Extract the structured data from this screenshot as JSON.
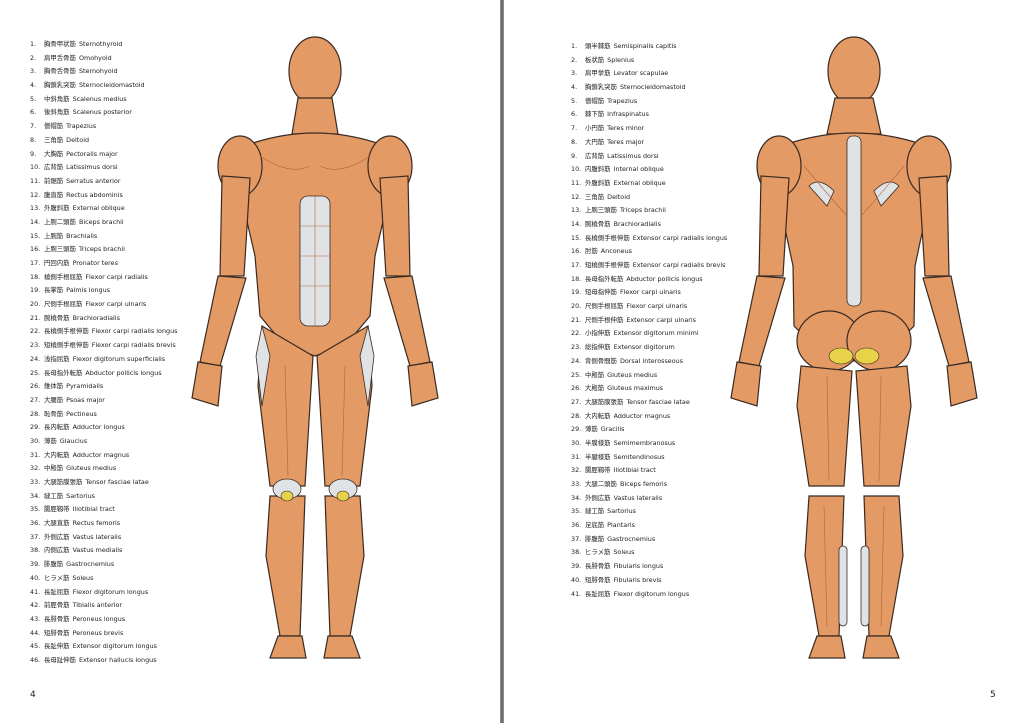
{
  "left_page": {
    "page_number": "4",
    "legend": [
      {
        "n": "1.",
        "ja": "胸骨甲状筋",
        "en": "Sternothyroid"
      },
      {
        "n": "2.",
        "ja": "肩甲舌骨筋",
        "en": "Omohyoid"
      },
      {
        "n": "3.",
        "ja": "胸骨舌骨筋",
        "en": "Sternohyoid"
      },
      {
        "n": "4.",
        "ja": "胸鎖乳突筋",
        "en": "Sternocleidomastoid"
      },
      {
        "n": "5.",
        "ja": "中斜角筋",
        "en": "Scalenus medius"
      },
      {
        "n": "6.",
        "ja": "後斜角筋",
        "en": "Scalenus posterior"
      },
      {
        "n": "7.",
        "ja": "僧帽筋",
        "en": "Trapezius"
      },
      {
        "n": "8.",
        "ja": "三角筋",
        "en": "Deltoid"
      },
      {
        "n": "9.",
        "ja": "大胸筋",
        "en": "Pectoralis major"
      },
      {
        "n": "10.",
        "ja": "広背筋",
        "en": "Latissimus dorsi"
      },
      {
        "n": "11.",
        "ja": "前鋸筋",
        "en": "Serratus anterior"
      },
      {
        "n": "12.",
        "ja": "腹直筋",
        "en": "Rectus abdominis"
      },
      {
        "n": "13.",
        "ja": "外腹斜筋",
        "en": "External oblique"
      },
      {
        "n": "14.",
        "ja": "上腕二頭筋",
        "en": "Biceps brachii"
      },
      {
        "n": "15.",
        "ja": "上腕筋",
        "en": "Brachialis"
      },
      {
        "n": "16.",
        "ja": "上腕三頭筋",
        "en": "Triceps brachii"
      },
      {
        "n": "17.",
        "ja": "円回内筋",
        "en": "Pronator teres"
      },
      {
        "n": "18.",
        "ja": "橈側手根屈筋",
        "en": "Flexor carpi radialis"
      },
      {
        "n": "19.",
        "ja": "長掌筋",
        "en": "Palmis longus"
      },
      {
        "n": "20.",
        "ja": "尺側手根屈筋",
        "en": "Flexor carpi ulnaris"
      },
      {
        "n": "21.",
        "ja": "腕橈骨筋",
        "en": "Brachioradialis"
      },
      {
        "n": "22.",
        "ja": "長橈側手根伸筋",
        "en": "Flexor carpi radialis longus"
      },
      {
        "n": "23.",
        "ja": "短橈側手根伸筋",
        "en": "Flexor carpi radialis brevis"
      },
      {
        "n": "24.",
        "ja": "浅指屈筋",
        "en": "Flexor digitorum superficialis"
      },
      {
        "n": "25.",
        "ja": "長母指外転筋",
        "en": "Abductor pollicis longus"
      },
      {
        "n": "26.",
        "ja": "錐体筋",
        "en": "Pyramidalis"
      },
      {
        "n": "27.",
        "ja": "大腰筋",
        "en": "Psoas major"
      },
      {
        "n": "28.",
        "ja": "恥骨筋",
        "en": "Pectineus"
      },
      {
        "n": "29.",
        "ja": "長内転筋",
        "en": "Adductor longus"
      },
      {
        "n": "30.",
        "ja": "薄筋",
        "en": "Glaucius"
      },
      {
        "n": "31.",
        "ja": "大内転筋",
        "en": "Adductor magnus"
      },
      {
        "n": "32.",
        "ja": "中殿筋",
        "en": "Gluteus medius"
      },
      {
        "n": "33.",
        "ja": "大腿筋膜張筋",
        "en": "Tensor fasciae latae"
      },
      {
        "n": "34.",
        "ja": "縫工筋",
        "en": "Sartorius"
      },
      {
        "n": "35.",
        "ja": "腸脛靱帯",
        "en": "Iliotibial tract"
      },
      {
        "n": "36.",
        "ja": "大腿直筋",
        "en": "Rectus femoris"
      },
      {
        "n": "37.",
        "ja": "外側広筋",
        "en": "Vastus lateralis"
      },
      {
        "n": "38.",
        "ja": "内側広筋",
        "en": "Vastus medialis"
      },
      {
        "n": "39.",
        "ja": "腓腹筋",
        "en": "Gastrocnemius"
      },
      {
        "n": "40.",
        "ja": "ヒラメ筋",
        "en": "Soleus"
      },
      {
        "n": "41.",
        "ja": "長趾屈筋",
        "en": "Flexor digitorum longus"
      },
      {
        "n": "42.",
        "ja": "前脛骨筋",
        "en": "Tibialis anterior"
      },
      {
        "n": "43.",
        "ja": "長腓骨筋",
        "en": "Peroneus longus"
      },
      {
        "n": "44.",
        "ja": "短腓骨筋",
        "en": "Peroneus brevis"
      },
      {
        "n": "45.",
        "ja": "長趾伸筋",
        "en": "Extensor digitorum longus"
      },
      {
        "n": "46.",
        "ja": "長母趾伸筋",
        "en": "Extensor hallucis longus"
      }
    ]
  },
  "right_page": {
    "page_number": "5",
    "legend": [
      {
        "n": "1.",
        "ja": "頭半棘筋",
        "en": "Semispinalis capitis"
      },
      {
        "n": "2.",
        "ja": "板状筋",
        "en": "Splenius"
      },
      {
        "n": "3.",
        "ja": "肩甲挙筋",
        "en": "Levator scapulae"
      },
      {
        "n": "4.",
        "ja": "胸鎖乳突筋",
        "en": "Sternocleidomastoid"
      },
      {
        "n": "5.",
        "ja": "僧帽筋",
        "en": "Trapezius"
      },
      {
        "n": "6.",
        "ja": "棘下筋",
        "en": "Infraspinatus"
      },
      {
        "n": "7.",
        "ja": "小円筋",
        "en": "Teres minor"
      },
      {
        "n": "8.",
        "ja": "大円筋",
        "en": "Teres major"
      },
      {
        "n": "9.",
        "ja": "広背筋",
        "en": "Latissimus dorsi"
      },
      {
        "n": "10.",
        "ja": "内腹斜筋",
        "en": "Internal oblique"
      },
      {
        "n": "11.",
        "ja": "外腹斜筋",
        "en": "External oblique"
      },
      {
        "n": "12.",
        "ja": "三角筋",
        "en": "Deltoid"
      },
      {
        "n": "13.",
        "ja": "上腕三頭筋",
        "en": "Triceps brachii"
      },
      {
        "n": "14.",
        "ja": "腕橈骨筋",
        "en": "Brachioradialis"
      },
      {
        "n": "15.",
        "ja": "長橈側手根伸筋",
        "en": "Extensor carpi radialis longus"
      },
      {
        "n": "16.",
        "ja": "肘筋",
        "en": "Anconeus"
      },
      {
        "n": "17.",
        "ja": "短橈側手根伸筋",
        "en": "Extensor carpi radialis brevis"
      },
      {
        "n": "18.",
        "ja": "長母指外転筋",
        "en": "Abductor pollicis longus"
      },
      {
        "n": "19.",
        "ja": "短母指伸筋",
        "en": "Flexor carpi ulnaris"
      },
      {
        "n": "20.",
        "ja": "尺側手根屈筋",
        "en": "Flexor carpi ulnaris"
      },
      {
        "n": "21.",
        "ja": "尺側手根伸筋",
        "en": "Extensor carpi ulnaris"
      },
      {
        "n": "22.",
        "ja": "小指伸筋",
        "en": "Extensor digitorum minimi"
      },
      {
        "n": "23.",
        "ja": "総指伸筋",
        "en": "Extensor digitorum"
      },
      {
        "n": "24.",
        "ja": "背側骨間筋",
        "en": "Dorsal interosseous"
      },
      {
        "n": "25.",
        "ja": "中殿筋",
        "en": "Gluteus medius"
      },
      {
        "n": "26.",
        "ja": "大殿筋",
        "en": "Gluteus maximus"
      },
      {
        "n": "27.",
        "ja": "大腿筋膜張筋",
        "en": "Tensor fasciae latae"
      },
      {
        "n": "28.",
        "ja": "大内転筋",
        "en": "Adductor magnus"
      },
      {
        "n": "29.",
        "ja": "薄筋",
        "en": "Gracilis"
      },
      {
        "n": "30.",
        "ja": "半膜様筋",
        "en": "Semimembranosus"
      },
      {
        "n": "31.",
        "ja": "半腱様筋",
        "en": "Semitendinosus"
      },
      {
        "n": "32.",
        "ja": "腸脛靱帯",
        "en": "Iliotibial tract"
      },
      {
        "n": "33.",
        "ja": "大腿二頭筋",
        "en": "Biceps femoris"
      },
      {
        "n": "34.",
        "ja": "外側広筋",
        "en": "Vastus lateralis"
      },
      {
        "n": "35.",
        "ja": "縫工筋",
        "en": "Sartorius"
      },
      {
        "n": "36.",
        "ja": "足底筋",
        "en": "Plantaris"
      },
      {
        "n": "37.",
        "ja": "腓腹筋",
        "en": "Gastrocnemius"
      },
      {
        "n": "38.",
        "ja": "ヒラメ筋",
        "en": "Soleus"
      },
      {
        "n": "39.",
        "ja": "長腓骨筋",
        "en": "Fibularis longus"
      },
      {
        "n": "40.",
        "ja": "短腓骨筋",
        "en": "Fibularis brevis"
      },
      {
        "n": "41.",
        "ja": "長趾屈筋",
        "en": "Flexor digitorum longus"
      }
    ]
  },
  "colors": {
    "muscle": "#e39a64",
    "muscle_dark": "#b3643a",
    "tendon": "#dfe3e6",
    "outline": "#3a2a22",
    "fat": "#e8d24a",
    "gutter": "#707070"
  },
  "figures": {
    "front": "anterior-muscle-figure",
    "back": "posterior-muscle-figure"
  }
}
